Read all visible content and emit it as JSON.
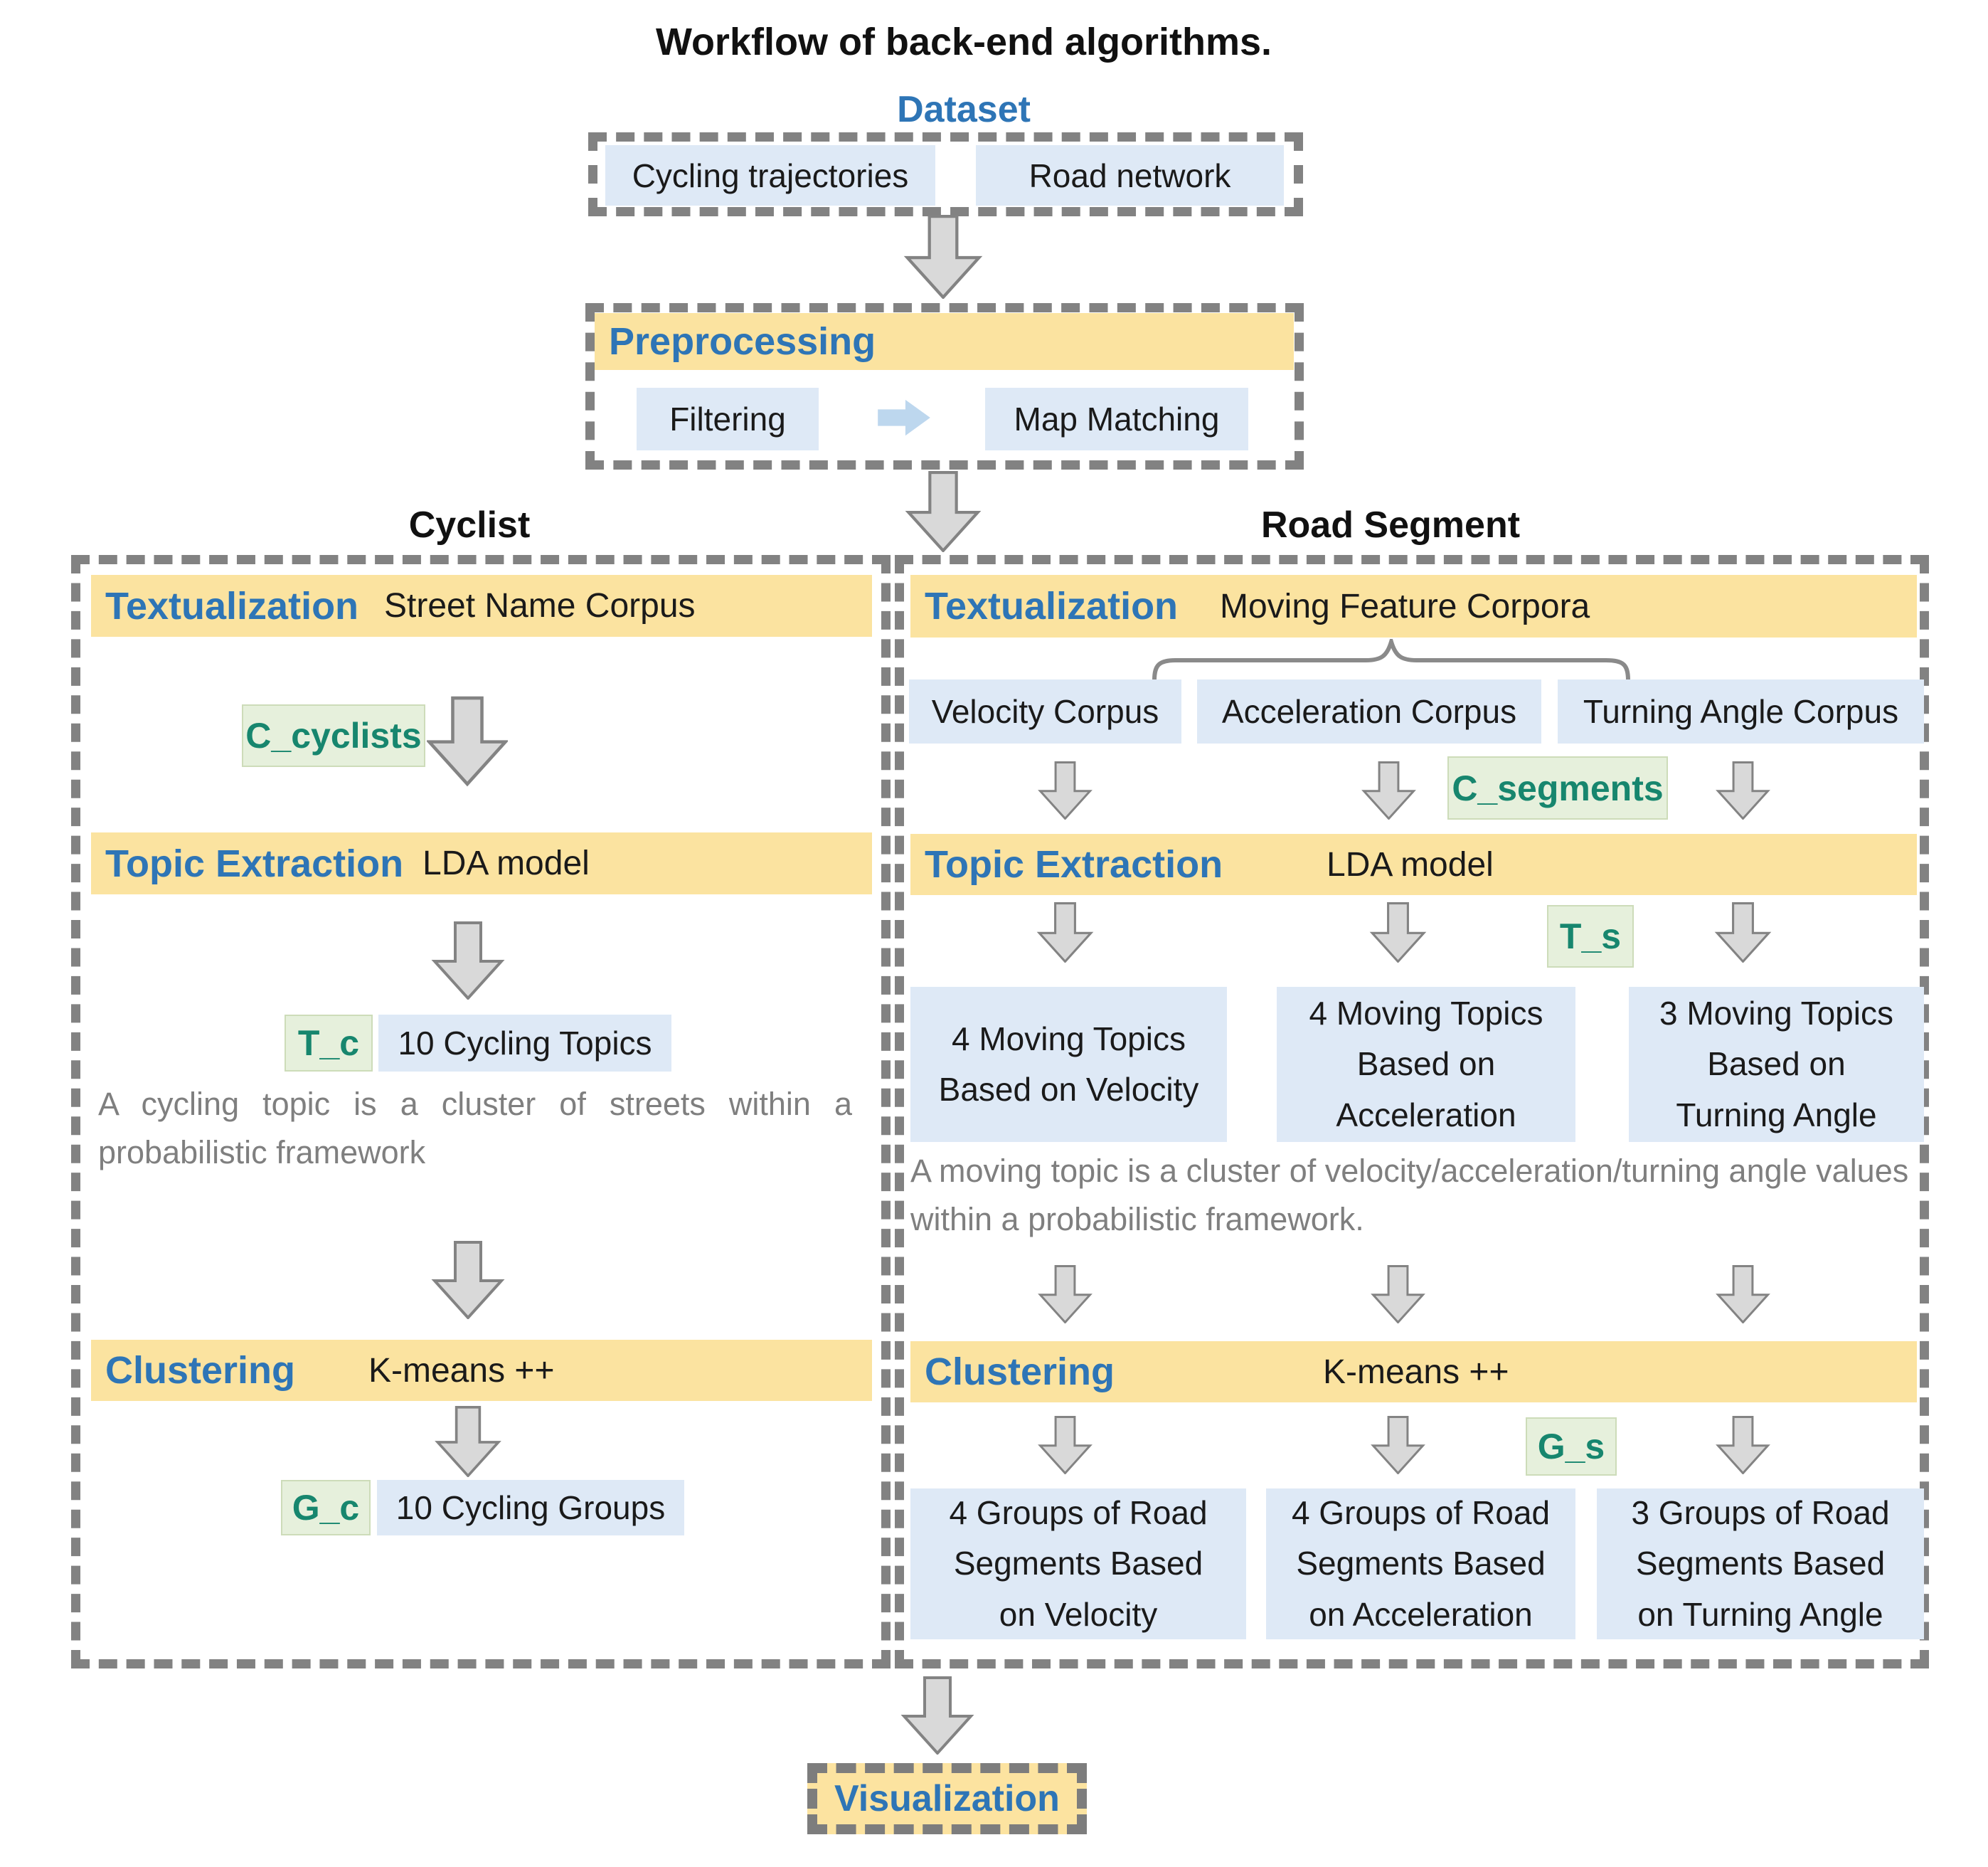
{
  "title": "Workflow of back-end algorithms.",
  "colors": {
    "accent_blue": "#2E75B6",
    "teal_green": "#17866E",
    "bar_yellow": "#FBE3A0",
    "box_blue": "#DEE9F6",
    "box_green": "#E6F0DC",
    "note_gray": "#7F7F7F",
    "border_gray": "#828282",
    "arrow_fill": "#D9D9D9",
    "arrow_blue": "#BDD7EE"
  },
  "dataset": {
    "label": "Dataset",
    "items": [
      "Cycling trajectories",
      "Road network"
    ]
  },
  "preprocessing": {
    "label": "Preprocessing",
    "steps": [
      "Filtering",
      "Map Matching"
    ]
  },
  "cyclist": {
    "title": "Cyclist",
    "textualization": {
      "label": "Textualization",
      "value": "Street Name Corpus"
    },
    "corpus_tag": "C_cyclists",
    "topic_extraction": {
      "label": "Topic Extraction",
      "value": "LDA model"
    },
    "topics_tag": "T_c",
    "topics": "10 Cycling Topics",
    "note": "A cycling topic is a cluster of streets within a probabilistic framework",
    "clustering": {
      "label": "Clustering",
      "value": "K-means ++"
    },
    "groups_tag": "G_c",
    "groups": "10 Cycling Groups"
  },
  "road_segment": {
    "title": "Road Segment",
    "textualization": {
      "label": "Textualization",
      "value": "Moving Feature Corpora"
    },
    "corpora": [
      "Velocity Corpus",
      "Acceleration Corpus",
      "Turning Angle Corpus"
    ],
    "corpus_tag": "C_segments",
    "topic_extraction": {
      "label": "Topic Extraction",
      "value": "LDA model"
    },
    "topics_tag": "T_s",
    "topics": [
      "4 Moving Topics\nBased on Velocity",
      "4 Moving Topics\nBased on\nAcceleration",
      "3 Moving Topics\nBased on\nTurning Angle"
    ],
    "note": "A moving topic is a cluster of velocity/acceleration/turning angle values within a probabilistic framework.",
    "clustering": {
      "label": "Clustering",
      "value": "K-means ++"
    },
    "groups_tag": "G_s",
    "groups": [
      "4 Groups of Road\nSegments Based\non Velocity",
      "4 Groups of Road\nSegments Based\non Acceleration",
      "3 Groups of Road\nSegments Based\non Turning Angle"
    ]
  },
  "visualization": {
    "label": "Visualization"
  }
}
